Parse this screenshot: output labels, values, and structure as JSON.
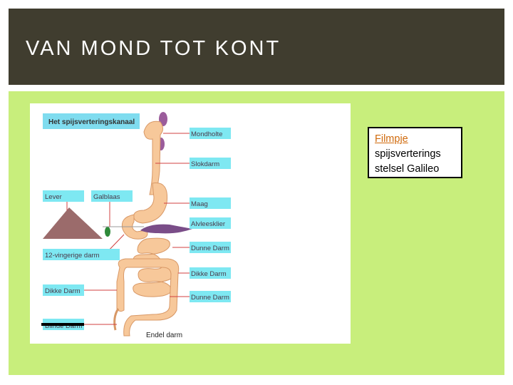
{
  "slide": {
    "title": "VAN MOND TOT KONT"
  },
  "caption": {
    "link_text": "Filmpje",
    "line2": "spijsverterings",
    "line3": "stelsel Galileo"
  },
  "diagram": {
    "heading": "Het spijsverteringskanaal",
    "labels_right": [
      "Mondholte",
      "Slokdarm",
      "Maag",
      "Alvleesklier",
      "Dunne Darm",
      "Dikke Darm",
      "Dunne Darm"
    ],
    "labels_left": [
      "Lever",
      "Galblaas",
      "12-vingerige darm",
      "Dikke Darm",
      "Blinde Darm"
    ],
    "endel_label": "Endel darm",
    "colors": {
      "label_box": "#7ee8f2",
      "heading_box": "#7fdcef",
      "organ_fill": "#f7c89a",
      "organ_stroke": "#d89866",
      "liver": "#9b6b6b",
      "pancreas": "#7a4d88",
      "gallbladder": "#2f8a3a",
      "leader_line": "#d04040"
    }
  }
}
